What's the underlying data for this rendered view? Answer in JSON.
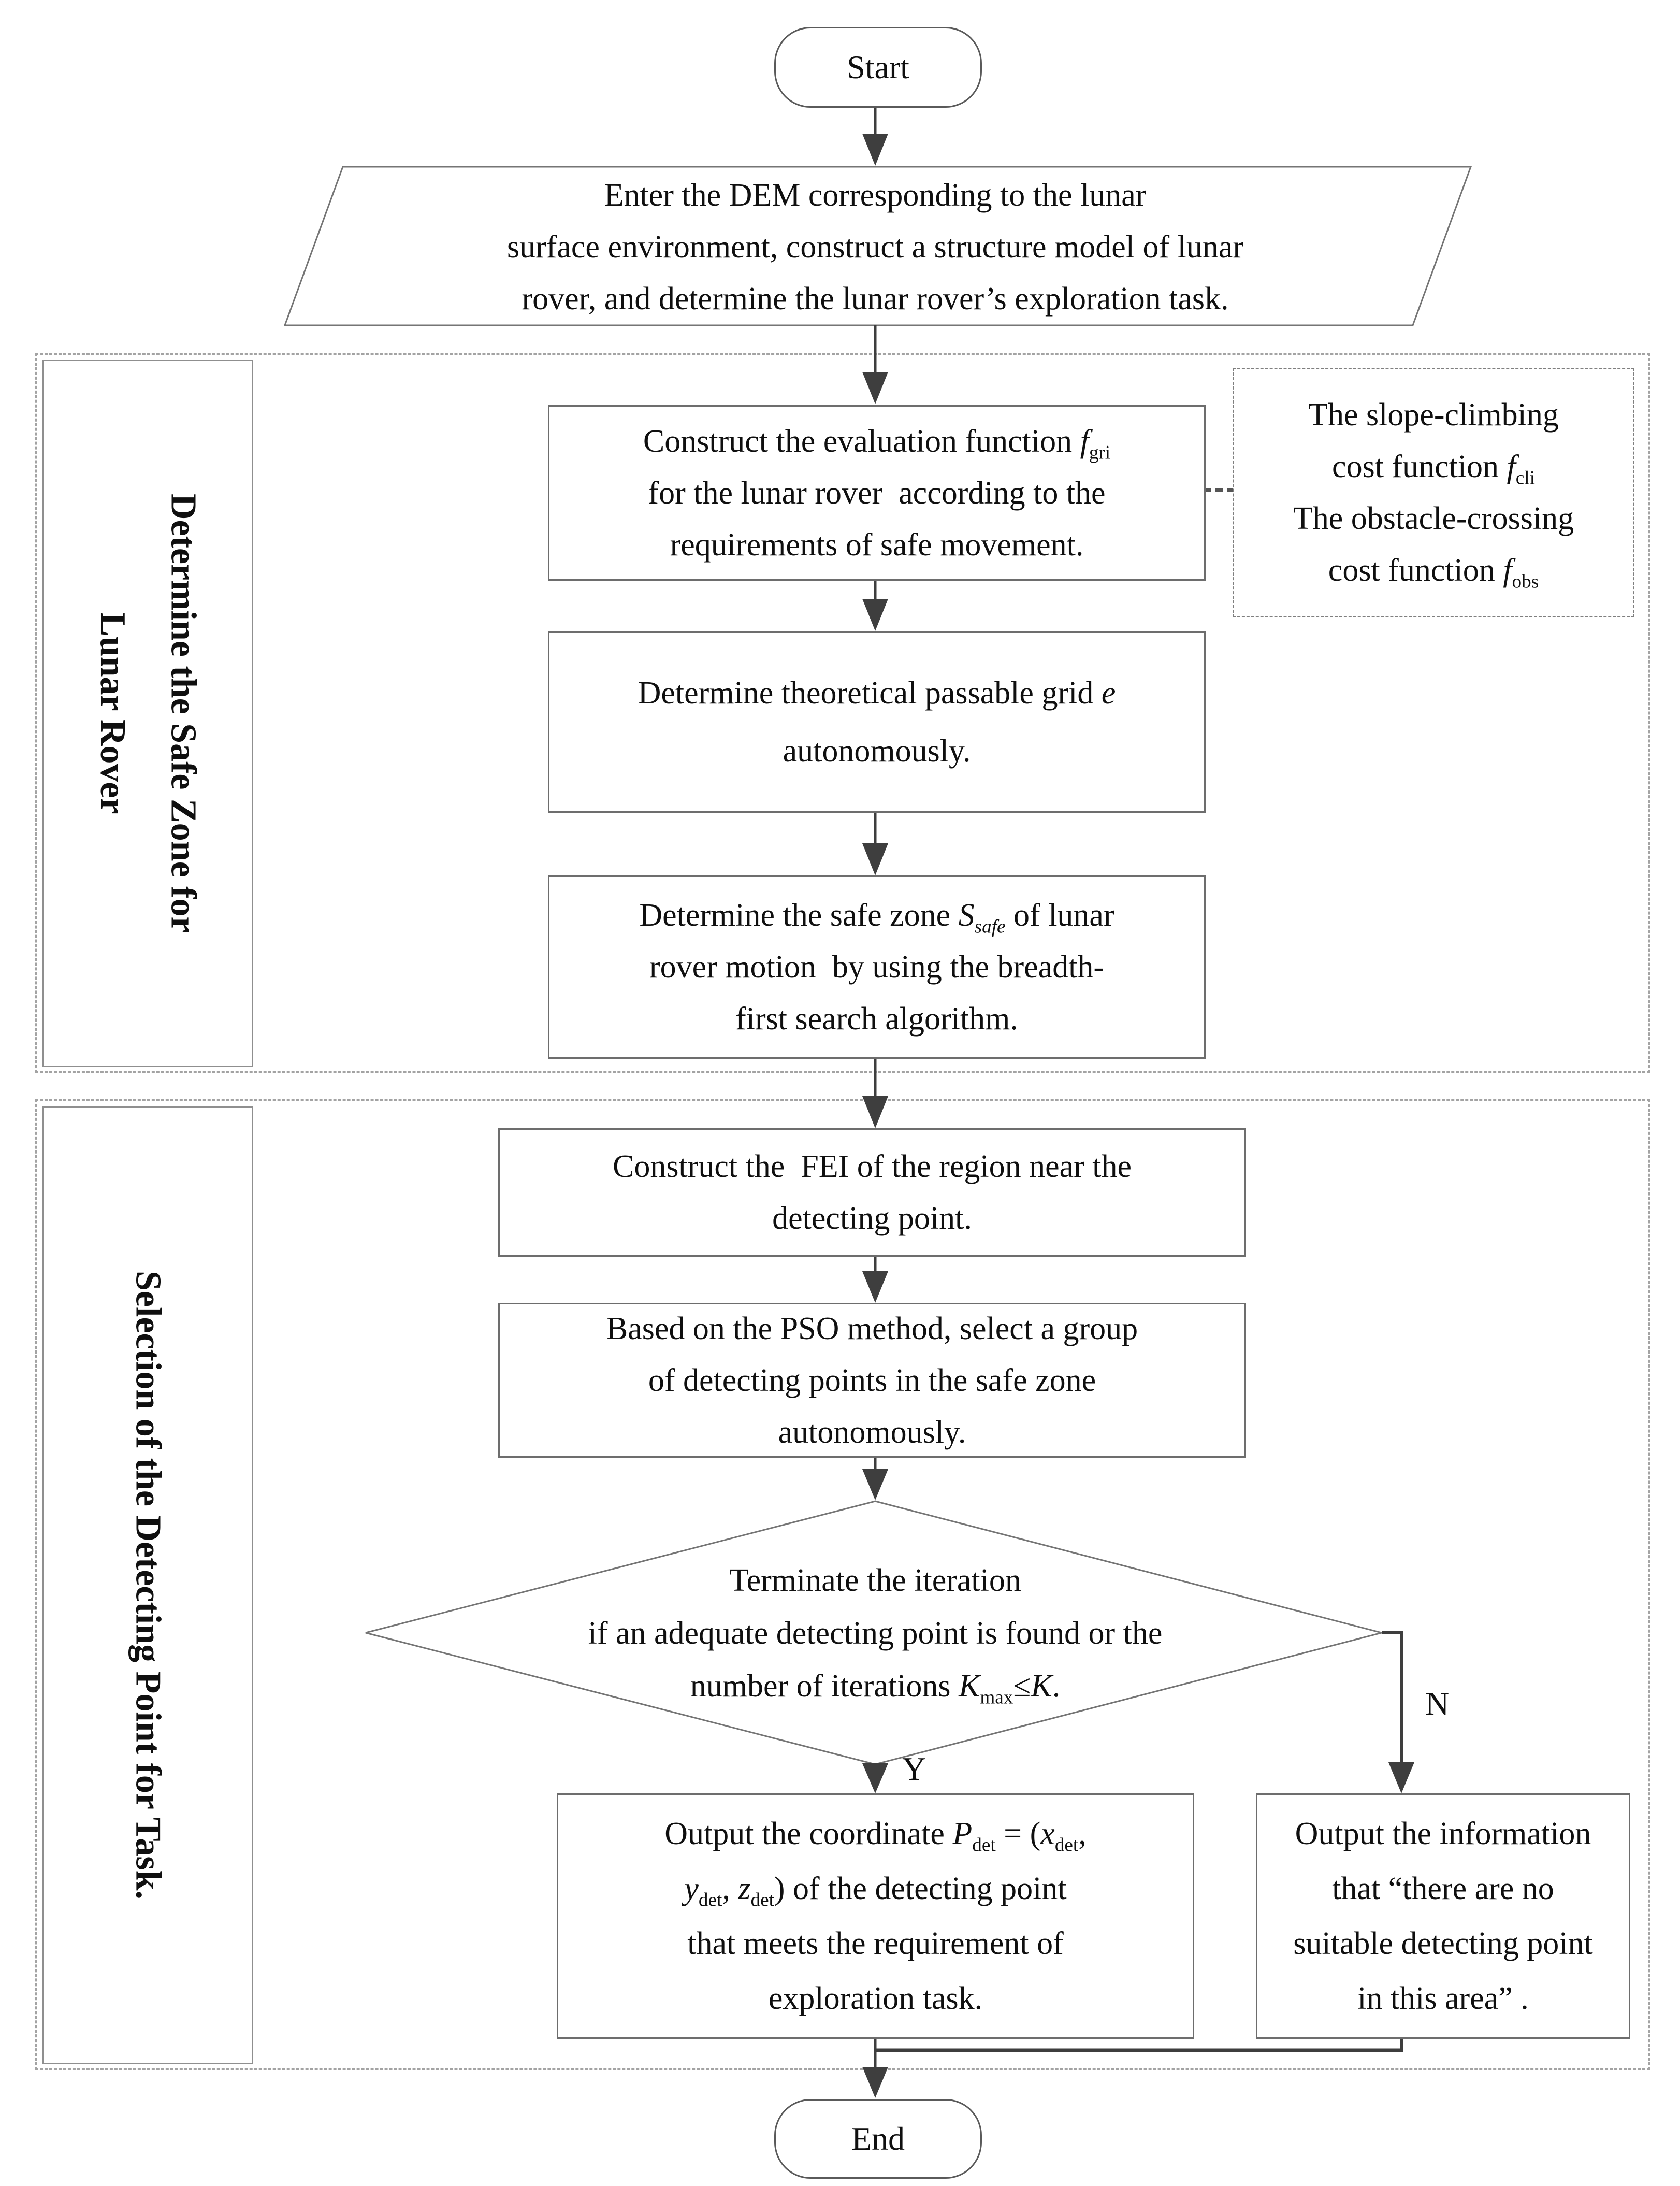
{
  "colors": {
    "flow_line": "#3e3e3e",
    "shape_border": "#6d6d6d",
    "section_dash": "#a3a3a3",
    "text": "#0f0f0f"
  },
  "nodes": {
    "start": {
      "label": "Start"
    },
    "end": {
      "label": "End"
    },
    "input": {
      "lines": [
        "Enter the DEM corresponding to the lunar",
        "surface environment, construct a structure model of lunar",
        "rover, and determine the lunar rover’s exploration task."
      ]
    },
    "evaluation": {
      "rich_lines": [
        [
          "Construct the evaluation function ",
          {
            "i": "f"
          },
          {
            "s": "gri"
          }
        ],
        [
          "for the lunar rover  according to the"
        ],
        [
          "requirements of safe movement."
        ]
      ]
    },
    "annotation": {
      "rich_lines": [
        [
          "The slope-climbing"
        ],
        [
          "cost function ",
          {
            "i": "f"
          },
          {
            "s": "cli"
          }
        ],
        [
          "The obstacle-crossing"
        ],
        [
          "cost function ",
          {
            "i": "f"
          },
          {
            "s": "obs"
          }
        ]
      ]
    },
    "passable": {
      "rich_lines": [
        [
          "Determine theoretical passable grid ",
          {
            "i": "e"
          }
        ],
        [
          "autonomously."
        ]
      ]
    },
    "safezone": {
      "rich_lines": [
        [
          "Determine the safe zone ",
          {
            "i": "S"
          },
          {
            "is": "safe"
          },
          " of lunar"
        ],
        [
          "rover motion  by using the breadth-"
        ],
        [
          "first search algorithm."
        ]
      ]
    },
    "fei": {
      "rich_lines": [
        [
          "Construct the  FEI of the region near the"
        ],
        [
          "detecting point."
        ]
      ]
    },
    "pso": {
      "rich_lines": [
        [
          "Based on the PSO method, select a group"
        ],
        [
          "of detecting points in the safe zone"
        ],
        [
          "autonomously."
        ]
      ]
    },
    "decision": {
      "rich_lines": [
        [
          "Terminate the iteration"
        ],
        [
          "if an adequate detecting point is found or the"
        ],
        [
          "number of iterations ",
          {
            "i": "K"
          },
          {
            "s": "max"
          },
          "≤",
          {
            "i": "K"
          },
          "."
        ]
      ]
    },
    "output_yes": {
      "rich_lines": [
        [
          "Output the coordinate ",
          {
            "i": "P"
          },
          {
            "s": "det"
          },
          " = (",
          {
            "i": "x"
          },
          {
            "s": "det"
          },
          ","
        ],
        [
          {
            "i": "y"
          },
          {
            "s": "det"
          },
          ", ",
          {
            "i": "z"
          },
          {
            "s": "det"
          },
          ") of the detecting point"
        ],
        [
          "that meets the requirement of"
        ],
        [
          "exploration task."
        ]
      ]
    },
    "output_no": {
      "rich_lines": [
        [
          "Output the information"
        ],
        [
          "that “there are no"
        ],
        [
          "suitable detecting point"
        ],
        [
          "in this area” ."
        ]
      ]
    }
  },
  "sections": [
    {
      "label_lines": [
        "Determine the Safe Zone for",
        "Lunar Rover"
      ]
    },
    {
      "label_lines": [
        "Selection of the Detecting Point for Task."
      ]
    }
  ],
  "branches": {
    "yes": "Y",
    "no": "N"
  }
}
